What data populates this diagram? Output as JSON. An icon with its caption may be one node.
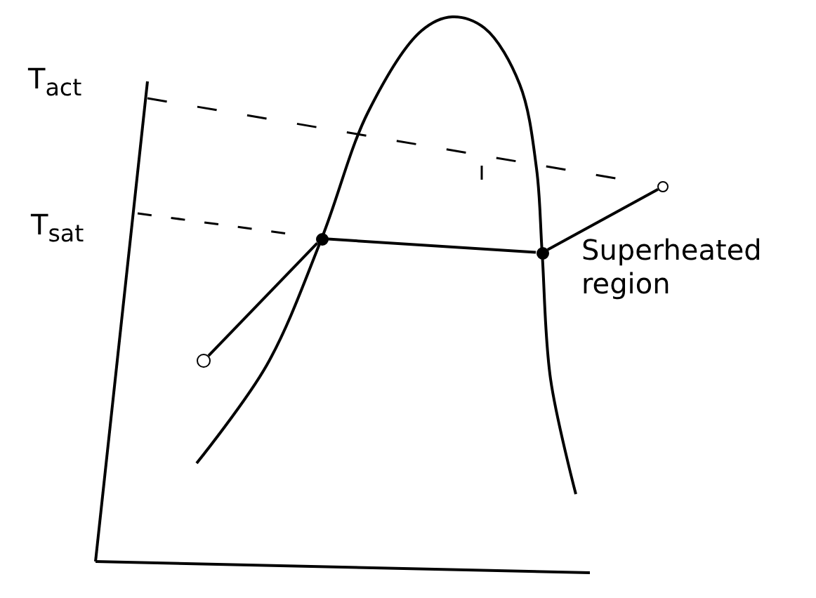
{
  "diagram": {
    "nodes": [
      {
        "text": [],
        "shape": "circle"
      },
      {
        "text": [],
        "shape": "circle"
      },
      {
        "text": [],
        "shape": "circle"
      },
      {
        "text": [],
        "shape": "circle"
      }
    ],
    "edges": [
      {
        "from": 0,
        "to": 1,
        "arrow": "none"
      },
      {
        "from": 1,
        "to": 2,
        "arrow": "none"
      },
      {
        "from": 2,
        "to": 3,
        "arrow": "none"
      }
    ],
    "labels": [
      "T$_{act}$",
      "T$_{sat}$",
      "Superheated region"
    ]
  }
}
